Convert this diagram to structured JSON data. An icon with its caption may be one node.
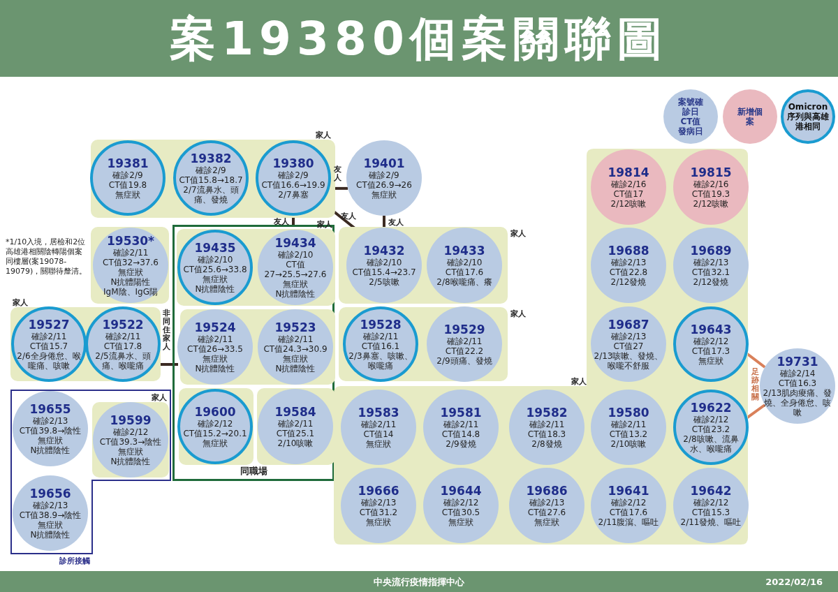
{
  "diagram": {
    "title": "案**19380**個案關聯圖",
    "nodes": [
      {
        "text": [
          "家人"
        ]
      },
      {
        "text": [
          "19381",
          "確診2/9",
          "CT值19.8",
          "無症狀"
        ],
        "in": 0
      },
      {
        "text": [
          "19382",
          "確診2/9",
          "CT值15.8→18.7",
          "2/7流鼻水、頭痛、發燒"
        ],
        "in": 0
      },
      {
        "text": [
          "19380",
          "確診2/9",
          "CT值16.6→19.9",
          "2/7鼻塞"
        ],
        "in": 0
      },
      {
        "text": [
          "19401",
          "確診2/9",
          "CT值26.9→26",
          "無症狀"
        ]
      },
      {
        "text": [],
        "shape": "box"
      },
      {
        "text": [
          "19530*",
          "確診2/11",
          "CT值32→37.6",
          "無症狀",
          "N抗體陽性",
          "IgM陰、IgG陽"
        ],
        "in": 5
      },
      {
        "text": [
          "同職場"
        ]
      },
      {
        "text": [
          "家人"
        ],
        "in": 7
      },
      {
        "text": [
          "19435",
          "確診2/10",
          "CT值25.6→33.8",
          "無症狀",
          "N抗體陰性"
        ],
        "in": 8
      },
      {
        "text": [
          "19434",
          "確診2/10",
          "CT值27→25.5→27.6",
          "無症狀",
          "N抗體陰性"
        ],
        "in": 8
      },
      {
        "text": [],
        "shape": "box",
        "in": 7
      },
      {
        "text": [
          "19524",
          "確診2/11",
          "CT值26→33.5",
          "無症狀",
          "N抗體陰性"
        ],
        "in": 11
      },
      {
        "text": [
          "19523",
          "確診2/11",
          "CT值24.3→30.9",
          "無症狀",
          "N抗體陰性"
        ],
        "in": 11
      },
      {
        "text": [],
        "shape": "box",
        "in": 7
      },
      {
        "text": [
          "19600",
          "確診2/12",
          "CT值15.2→20.1",
          "無症狀"
        ],
        "in": 14
      },
      {
        "text": [],
        "shape": "box",
        "in": 7
      },
      {
        "text": [
          "19584",
          "確診2/11",
          "CT值25.1",
          "2/10咳嗽"
        ],
        "in": 16
      },
      {
        "text": [
          "家人"
        ]
      },
      {
        "text": [
          "19432",
          "確診2/10",
          "CT值15.4→23.7",
          "2/5咳嗽"
        ],
        "in": 18
      },
      {
        "text": [
          "19433",
          "確診2/10",
          "CT值17.6",
          "2/8喉嚨痛、癢"
        ],
        "in": 18
      },
      {
        "text": [
          "家人"
        ]
      },
      {
        "text": [
          "19527",
          "確診2/11",
          "CT值15.7",
          "2/6全身倦怠、喉嚨痛、咳嗽"
        ],
        "in": 21
      },
      {
        "text": [
          "19522",
          "確診2/11",
          "CT值17.8",
          "2/5流鼻水、頭痛、喉嚨痛"
        ],
        "in": 21
      },
      {
        "text": [
          "家人"
        ]
      },
      {
        "text": [
          "19528",
          "確診2/11",
          "CT值16.1",
          "2/3鼻塞、咳嗽、喉嚨痛"
        ],
        "in": 24
      },
      {
        "text": [
          "19529",
          "確診2/11",
          "CT值22.2",
          "2/9頭痛、發燒"
        ],
        "in": 24
      },
      {
        "text": [
          "診所接觸"
        ]
      },
      {
        "text": [
          "19655",
          "確診2/13",
          "CT值39.8→陰性",
          "無症狀",
          "N抗體陰性"
        ],
        "in": 27
      },
      {
        "text": [
          "家人"
        ],
        "in": 27
      },
      {
        "text": [
          "19599",
          "確診2/12",
          "CT值39.3→陰性",
          "無症狀",
          "N抗體陰性"
        ],
        "in": 29
      },
      {
        "text": [
          "19656",
          "確診2/13",
          "CT值38.9→陰性",
          "無症狀",
          "N抗體陰性"
        ],
        "in": 27
      },
      {
        "text": [
          "家人"
        ]
      },
      {
        "text": [
          "19814",
          "確診2/16",
          "CT值17",
          "2/12咳嗽"
        ],
        "in": 32
      },
      {
        "text": [
          "19815",
          "確診2/16",
          "CT值19.3",
          "2/12咳嗽"
        ],
        "in": 32
      },
      {
        "text": [
          "19688",
          "確診2/13",
          "CT值22.8",
          "2/12發燒"
        ],
        "in": 32
      },
      {
        "text": [
          "19689",
          "確診2/13",
          "CT值32.1",
          "2/12發燒"
        ],
        "in": 32
      },
      {
        "text": [
          "19687",
          "確診2/13",
          "CT值27",
          "2/13咳嗽、發燒、喉嚨不舒服"
        ],
        "in": 32
      },
      {
        "text": [
          "19643",
          "確診2/12",
          "CT值17.3",
          "無症狀"
        ],
        "in": 32
      },
      {
        "text": [
          "19583",
          "確診2/11",
          "CT值14",
          "無症狀"
        ],
        "in": 32
      },
      {
        "text": [
          "19581",
          "確診2/11",
          "CT值14.8",
          "2/9發燒"
        ],
        "in": 32
      },
      {
        "text": [
          "19582",
          "確診2/11",
          "CT值18.3",
          "2/8發燒"
        ],
        "in": 32
      },
      {
        "text": [
          "19580",
          "確診2/11",
          "CT值13.2",
          "2/10咳嗽"
        ],
        "in": 32
      },
      {
        "text": [
          "19622",
          "確診2/12",
          "CT值23.2",
          "2/8咳嗽、流鼻水、喉嚨痛"
        ],
        "in": 32
      },
      {
        "text": [
          "19666",
          "確診2/13",
          "CT值31.2",
          "無症狀"
        ],
        "in": 32
      },
      {
        "text": [
          "19644",
          "確診2/12",
          "CT值30.5",
          "無症狀"
        ],
        "in": 32
      },
      {
        "text": [
          "19686",
          "確診2/13",
          "CT值27.6",
          "無症狀"
        ],
        "in": 32
      },
      {
        "text": [
          "19641",
          "確診2/12",
          "CT值17.6",
          "2/11腹瀉、嘔吐"
        ],
        "in": 32
      },
      {
        "text": [
          "19642",
          "確診2/12",
          "CT值15.3",
          "2/11發燒、嘔吐"
        ],
        "in": 32
      },
      {
        "text": [
          "19731",
          "確診2/14",
          "CT值16.3",
          "2/13肌肉痠痛、發燒、全身倦怠、咳嗽"
        ]
      }
    ],
    "edges": [
      {
        "from": 3,
        "to": 4,
        "arrow": "none",
        "label": "友人"
      },
      {
        "from": 3,
        "to": 8,
        "arrow": "none",
        "label": "友人"
      },
      {
        "from": 3,
        "to": 19,
        "arrow": "none",
        "label": "友人"
      },
      {
        "from": 4,
        "to": 19,
        "arrow": "none",
        "label": "友人"
      },
      {
        "from": 21,
        "to": 11,
        "arrow": "none",
        "label": "非同住家人"
      },
      {
        "from": 38,
        "to": 49,
        "arrow": "none",
        "label": "足跡相關",
        "color": "#d9805a"
      },
      {
        "from": 43,
        "to": 49,
        "arrow": "none",
        "color": "#d9805a"
      }
    ],
    "labels": [
      "*1/10入境，居檢和2位高雄港相關陰轉陽個案同樓層(案19078-19079)，關聯待釐清。",
      "中央流行疫情指揮中心",
      "2022/02/16"
    ],
    "legend": [
      {
        "text": "案號確診日CT值發病日",
        "color": "#b9cbe3"
      },
      {
        "text": "新增個案",
        "color": "#eab9bf"
      },
      {
        "text": "Omicron 序列與高雄港相同"
      }
    ]
  }
}
